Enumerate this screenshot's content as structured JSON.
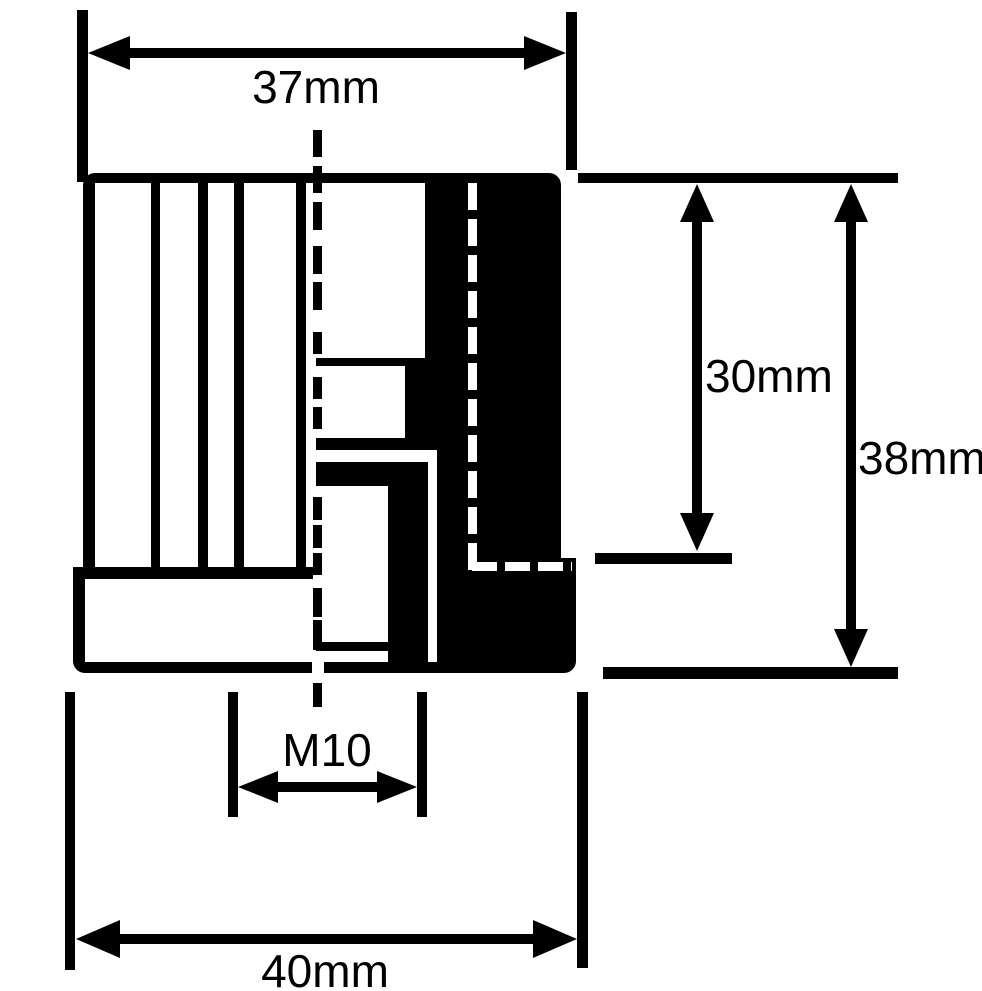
{
  "diagram": {
    "type": "technical-dimension-drawing",
    "ink_color": "#000000",
    "background_color": "#ffffff",
    "dimensions": {
      "width_top": "37mm",
      "height_inner": "30mm",
      "height_overall": "38mm",
      "thread": "M10",
      "width_bottom": "40mm"
    }
  }
}
